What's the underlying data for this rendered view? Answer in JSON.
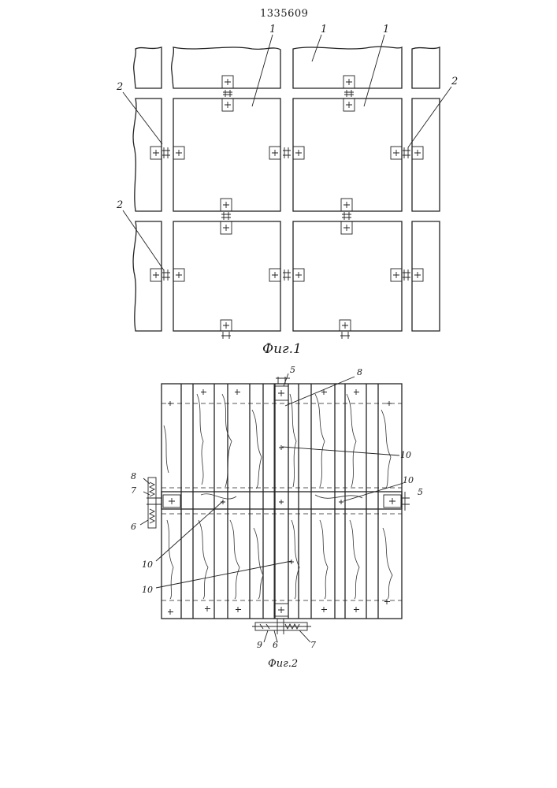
{
  "document": {
    "patent_number": "1335609"
  },
  "figure1": {
    "caption": "Фиг.1",
    "labels": [
      "1",
      "1",
      "1",
      "2",
      "2",
      "2"
    ]
  },
  "figure2": {
    "caption": "Фиг.2",
    "labels": [
      "5",
      "8",
      "10",
      "8",
      "7",
      "6",
      "10",
      "5",
      "10",
      "10",
      "9",
      "6",
      "7"
    ]
  }
}
